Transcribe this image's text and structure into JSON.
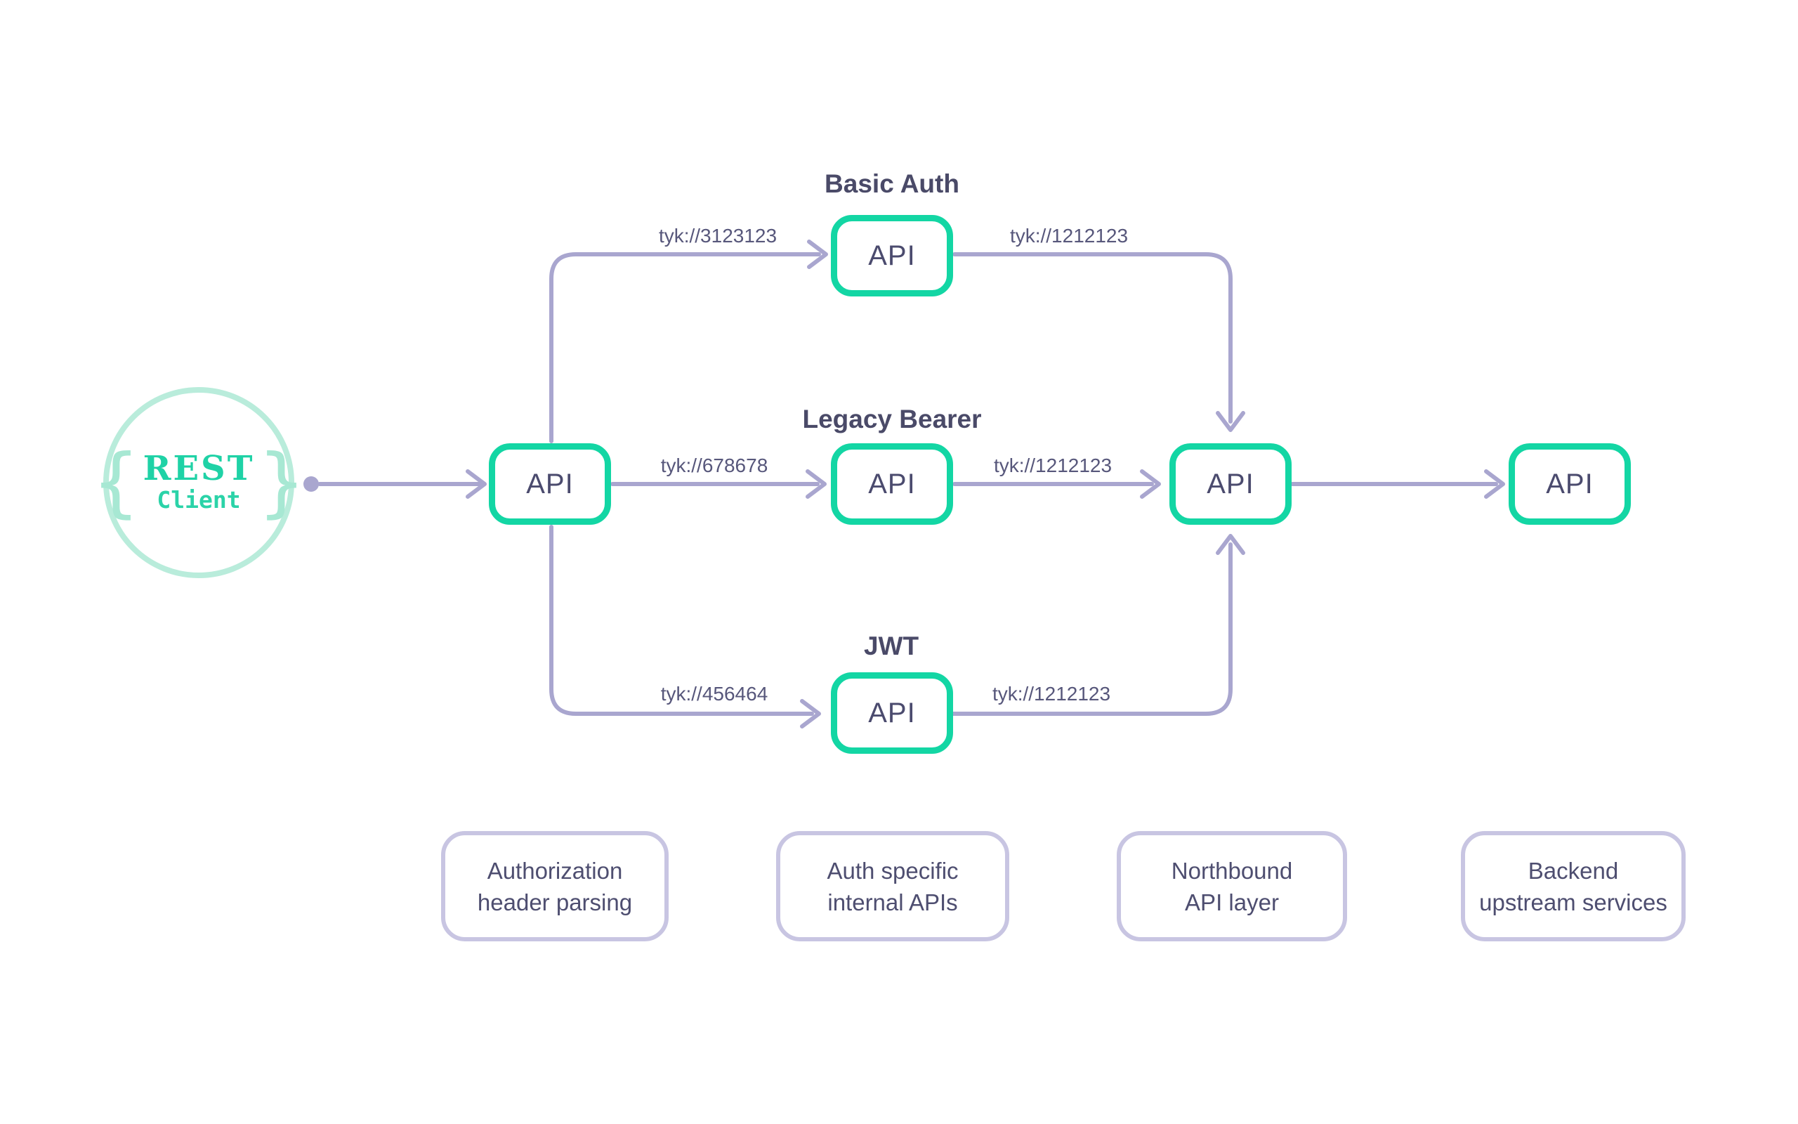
{
  "colors": {
    "api_border_teal": "#13d6a4",
    "client_ring_mint": "#b9ecdb",
    "client_text_teal": "#1fd2a6",
    "connector_purple": "#a9a6cf",
    "title_text": "#4a4a68",
    "node_text": "#4b4b6e",
    "edge_label_text": "#57577b",
    "stage_border_lavender": "#c8c5e2",
    "background": "#ffffff"
  },
  "client": {
    "brace_left": "{",
    "brace_right": "}",
    "line1": "REST",
    "line2": "Client"
  },
  "api_label": "API",
  "groups": {
    "basic_auth": "Basic Auth",
    "legacy_bearer": "Legacy Bearer",
    "jwt": "JWT"
  },
  "edge_labels": {
    "to_basic": "tyk://3123123",
    "to_legacy": "tyk://678678",
    "to_jwt": "tyk://456464",
    "basic_out": "tyk://1212123",
    "legacy_out": "tyk://1212123",
    "jwt_out": "tyk://1212123"
  },
  "stages": [
    {
      "line1": "Authorization",
      "line2": "header parsing"
    },
    {
      "line1": "Auth specific",
      "line2": "internal APIs"
    },
    {
      "line1": "Northbound",
      "line2": "API layer"
    },
    {
      "line1": "Backend",
      "line2": "upstream services"
    }
  ]
}
